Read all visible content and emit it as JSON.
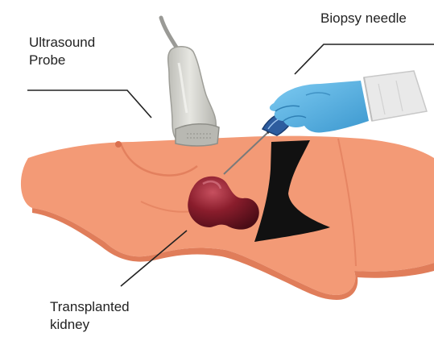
{
  "labels": {
    "probe_line1": "Ultrasound",
    "probe_line2": "Probe",
    "needle": "Biopsy needle",
    "kidney_line1": "Transplanted",
    "kidney_line2": "kidney"
  },
  "icons": {
    "probe": "ultrasound-probe-icon",
    "hand": "gloved-hand-icon",
    "needle": "biopsy-needle-icon",
    "kidney": "kidney-icon",
    "body": "patient-body-illustration"
  },
  "colors": {
    "skin": "#f39a76",
    "skin_shadow": "#e07d5a",
    "drape": "#111111",
    "glove": "#5ab4e6",
    "kidney": "#8a1d2c",
    "probe": "#d7d7d2",
    "sleeve": "#e9e9e9",
    "leader_line": "#222222"
  }
}
